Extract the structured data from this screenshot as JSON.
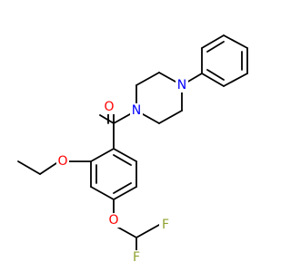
{
  "molecule": {
    "atoms": [
      {
        "id": "O_carbonyl",
        "label": "O",
        "color": "#ff0000"
      },
      {
        "id": "N1",
        "label": "N",
        "color": "#0000ff"
      },
      {
        "id": "N4",
        "label": "N",
        "color": "#0000ff"
      },
      {
        "id": "O_ethoxy",
        "label": "O",
        "color": "#ff0000"
      },
      {
        "id": "O_difluoro",
        "label": "O",
        "color": "#ff0000"
      },
      {
        "id": "F1",
        "label": "F",
        "color": "#8fa22f"
      },
      {
        "id": "F2",
        "label": "F",
        "color": "#8fa22f"
      }
    ]
  }
}
